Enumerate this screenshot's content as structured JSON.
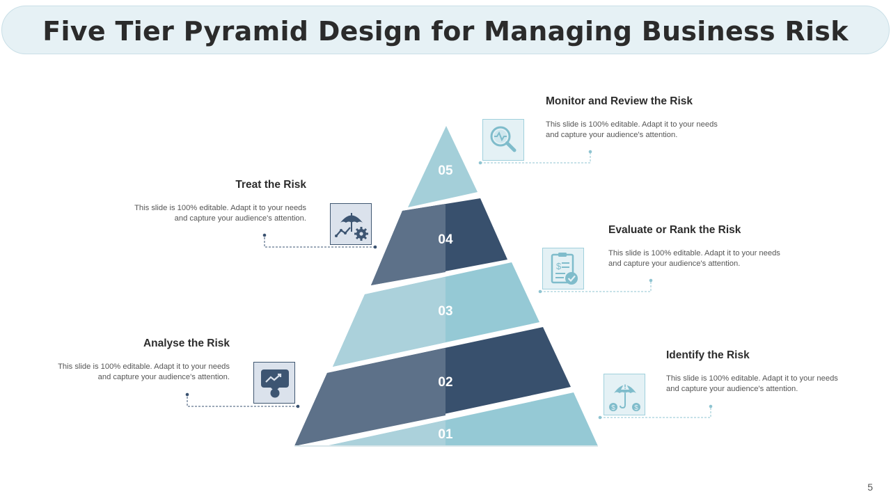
{
  "title": "Five Tier Pyramid Design for Managing Business Risk",
  "page_number": "5",
  "tiers": [
    {
      "number": "01",
      "heading": "Identify the Risk",
      "description": "This slide is 100% editable. Adapt it to your needs and capture your audience's attention.",
      "icon": "umbrella-dollar-icon"
    },
    {
      "number": "02",
      "heading": "Analyse the Risk",
      "description": "This slide is 100% editable. Adapt it to your needs and capture your audience's attention.",
      "icon": "presentation-chart-icon"
    },
    {
      "number": "03",
      "heading": "Evaluate or Rank the Risk",
      "description": "This slide is 100% editable. Adapt it to your needs and capture your audience's attention.",
      "icon": "clipboard-check-icon"
    },
    {
      "number": "04",
      "heading": "Treat the Risk",
      "description": "This slide is 100% editable. Adapt it to your needs and capture your audience's attention.",
      "icon": "umbrella-gear-icon"
    },
    {
      "number": "05",
      "heading": "Monitor and Review the Risk",
      "description": "This slide is 100% editable. Adapt it to your needs and capture your audience's attention.",
      "icon": "magnifier-pulse-icon"
    }
  ],
  "colors": {
    "light_left": "#a9d0da",
    "light_right": "#94c8d4",
    "dark_left": "#5b7089",
    "dark_right": "#38506d",
    "title_bar": "#e6f1f5"
  }
}
